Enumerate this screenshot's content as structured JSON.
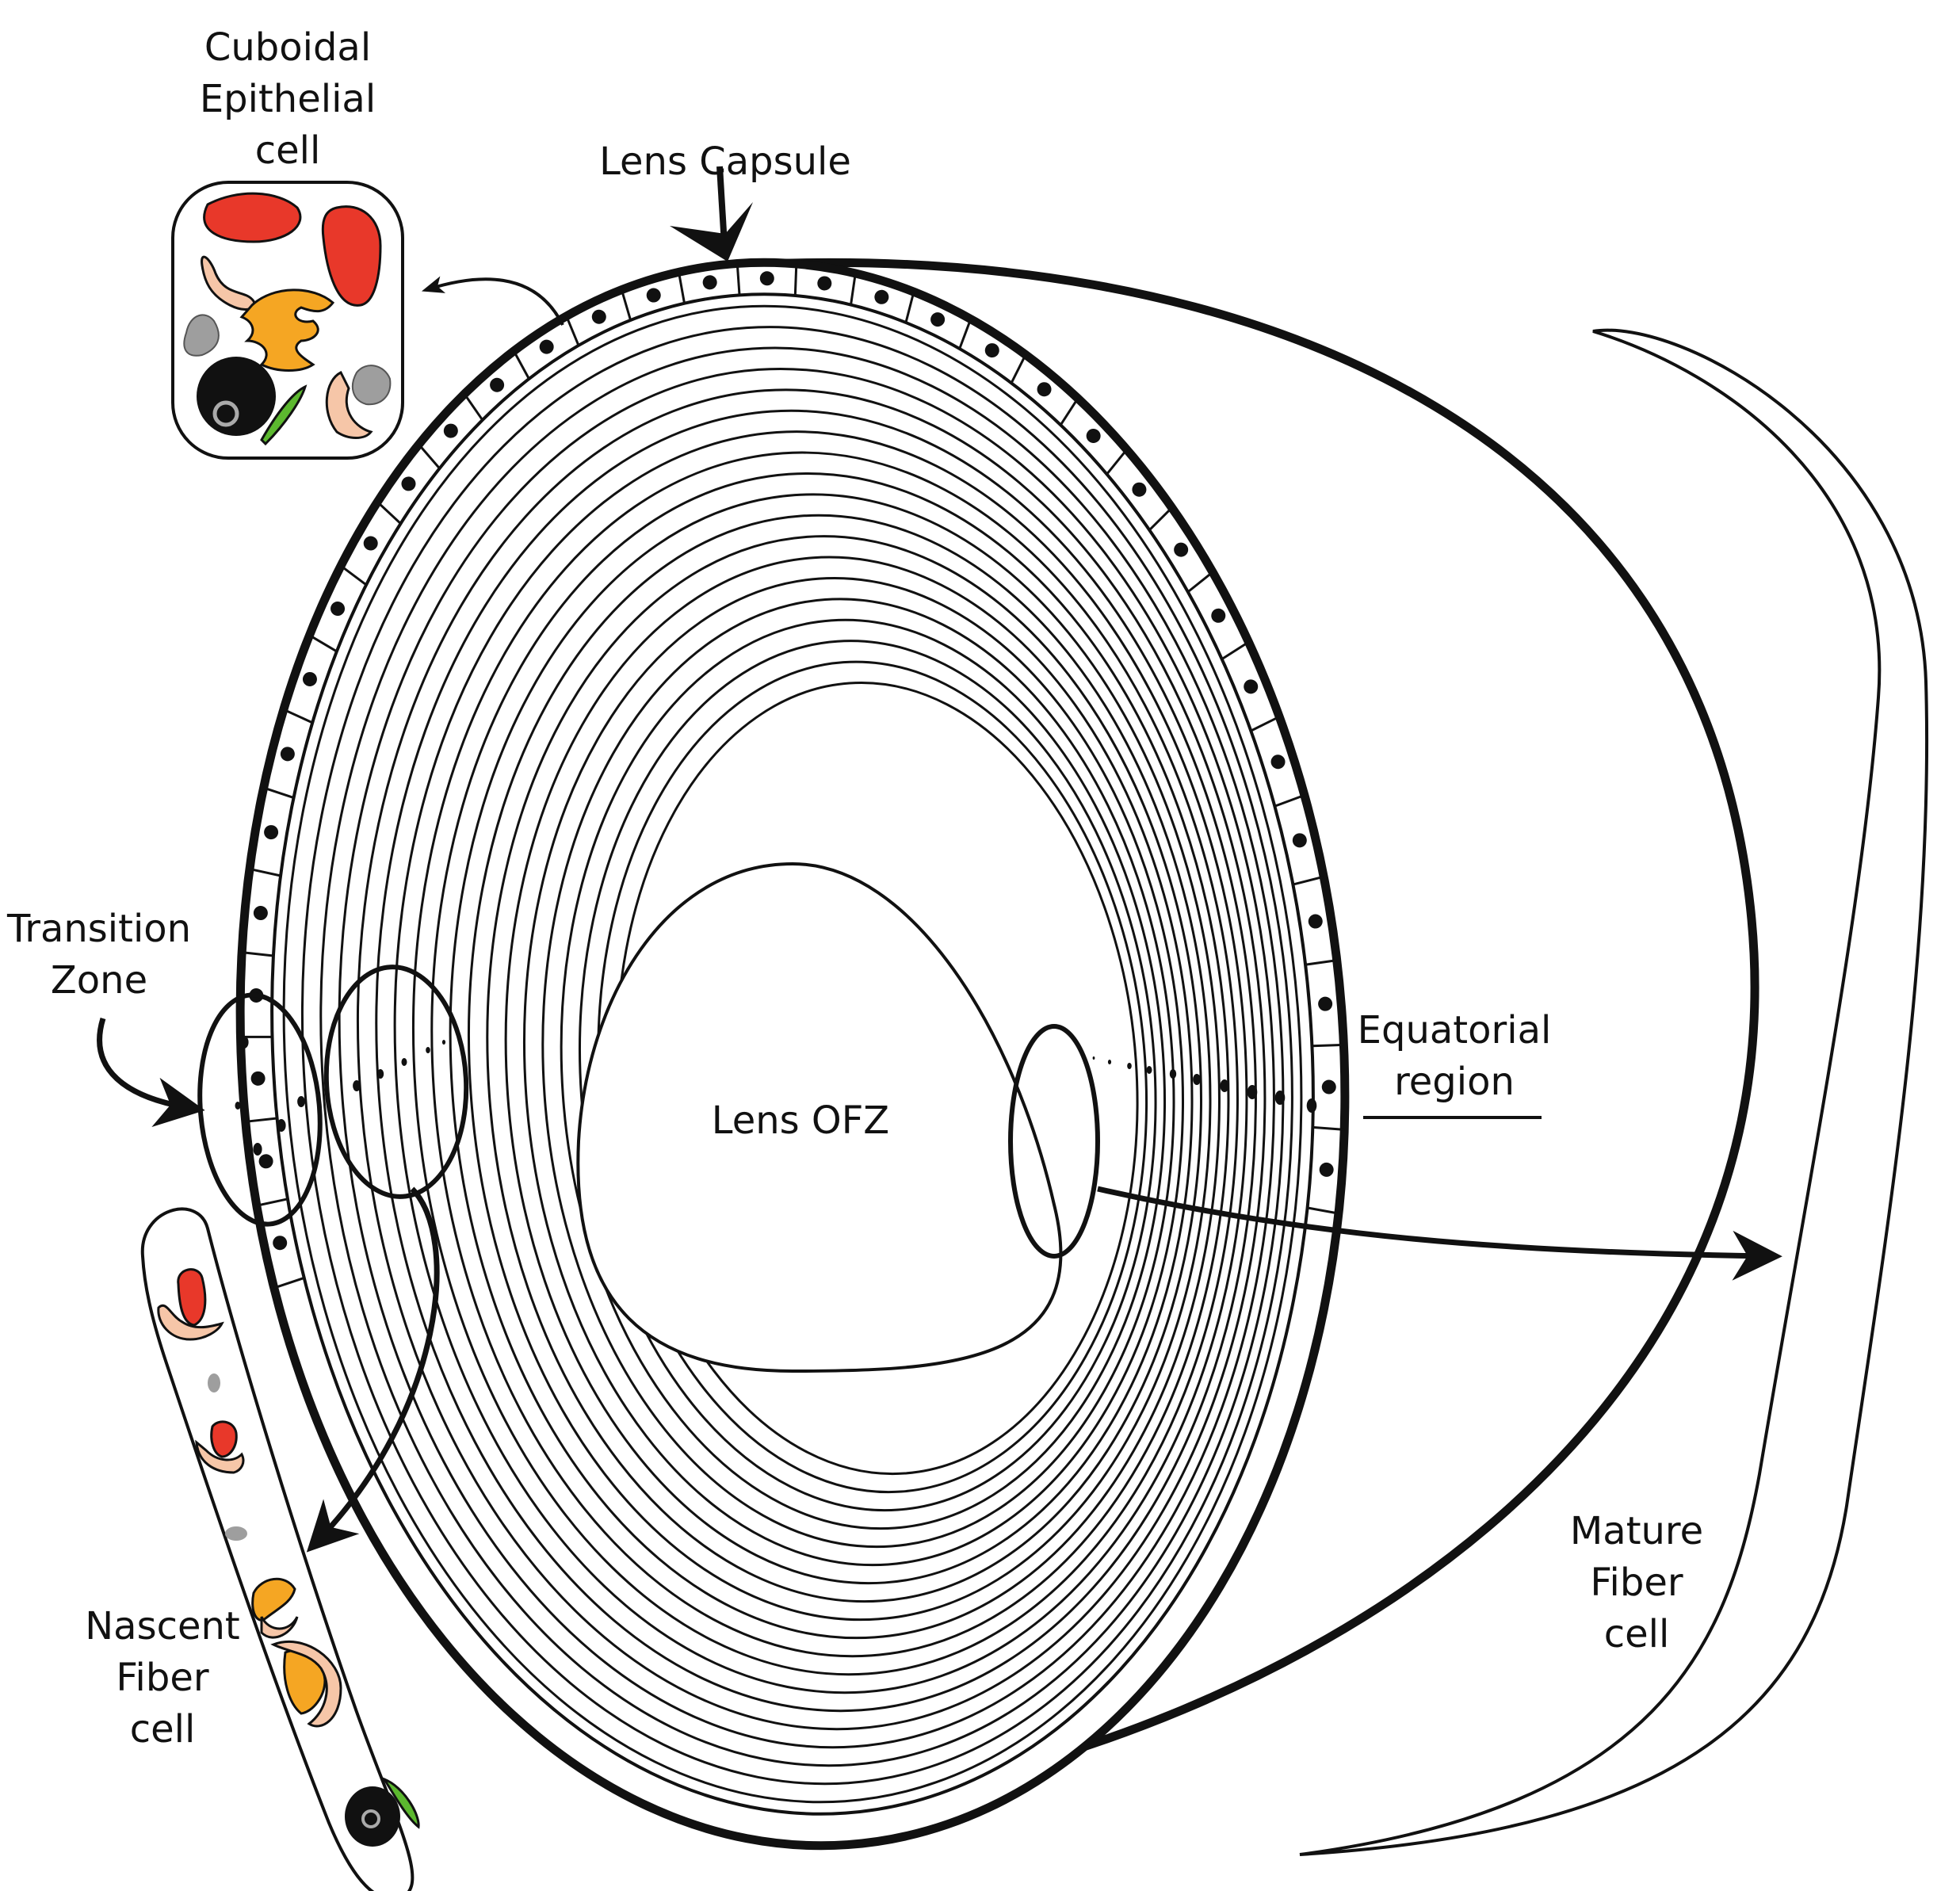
{
  "labels": {
    "cuboidal": [
      "Cuboidal",
      "Epithelial",
      "cell"
    ],
    "lens_capsule": "Lens Capsule",
    "transition_zone": [
      "Transition",
      "Zone"
    ],
    "equatorial_region": [
      "Equatorial",
      "region"
    ],
    "lens_ofz": "Lens OFZ",
    "nascent": [
      "Nascent",
      "Fiber",
      "cell"
    ],
    "mature": [
      "Mature",
      "Fiber",
      "cell"
    ]
  },
  "colors": {
    "stroke": "#111111",
    "mitochondria": "#e8382a",
    "golgi": "#f5a623",
    "er": "#f6c6a8",
    "vesicle": "#9e9e9e",
    "nucleus": "#111111",
    "green_organelle": "#5cb82f"
  },
  "icons": {
    "mitochondrion": "mitochondrion-icon",
    "golgi": "golgi-apparatus-icon",
    "nucleus": "nucleus-icon"
  }
}
